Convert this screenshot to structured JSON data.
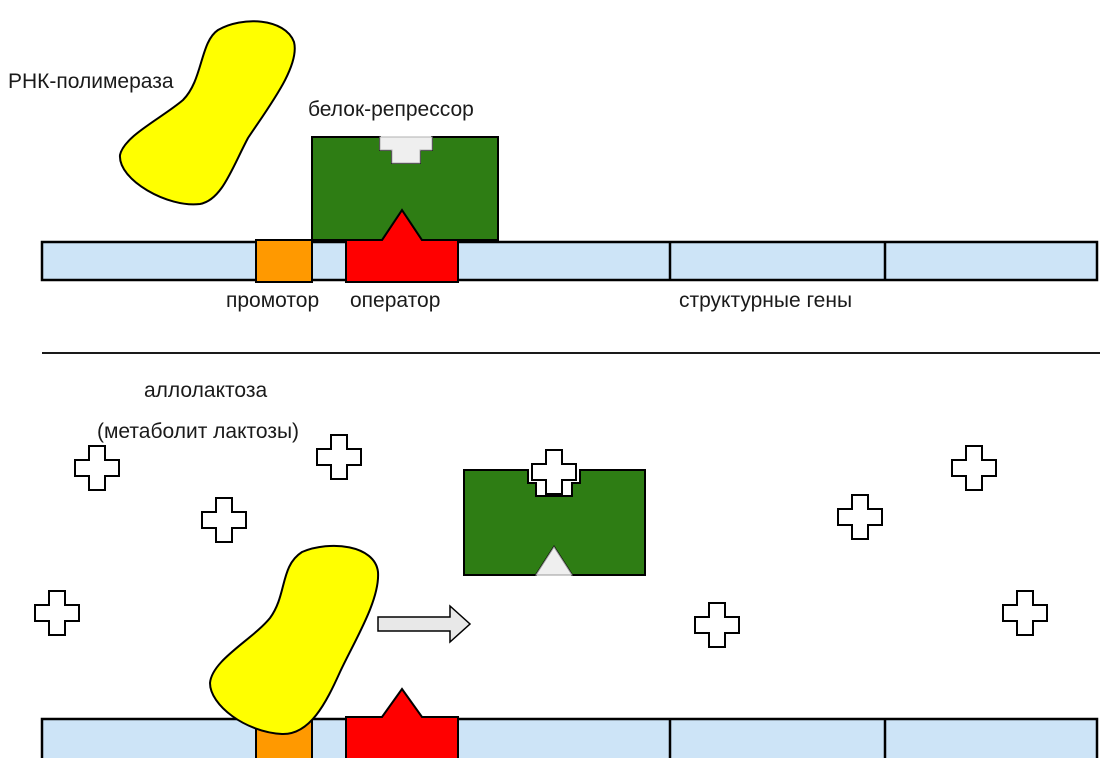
{
  "labels": {
    "rna_polymerase": "РНК-полимераза",
    "repressor": "белок-репрессор",
    "promoter": "промотор",
    "operator": "оператор",
    "structural_genes": "структурные гены",
    "allolactose_line1": "аллолактоза",
    "allolactose_line2": "(метаболит лактозы)"
  },
  "colors": {
    "dna": "#cde4f7",
    "promoter": "#ff9900",
    "operator": "#ff0000",
    "repressor": "#2e7d14",
    "polymerase": "#ffff00",
    "inducer": "#ffffff",
    "arrow": "#e8e8e8",
    "outline": "#000000"
  },
  "icons": {
    "rna_polymerase": "rna-polymerase-icon",
    "repressor": "repressor-protein-icon",
    "inducer": "allolactose-molecule-icon",
    "movement_arrow": "right-arrow-icon"
  }
}
